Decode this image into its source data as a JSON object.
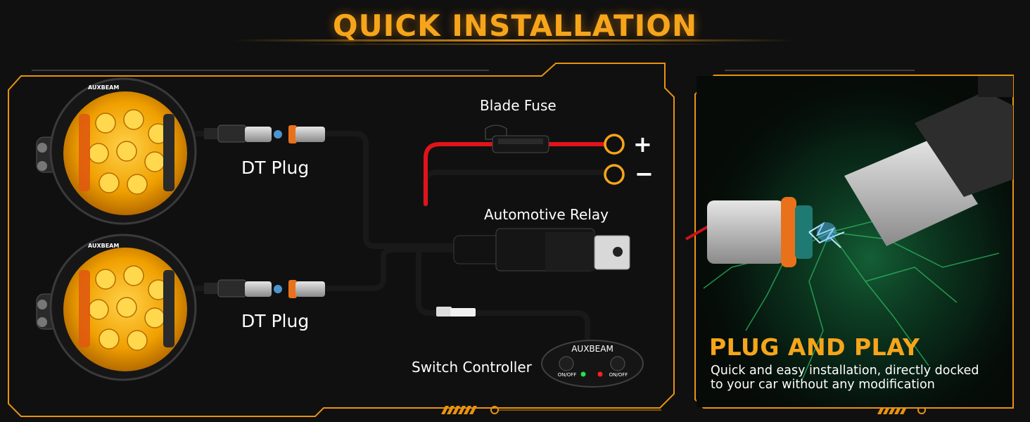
{
  "heading": "QUICK INSTALLATION",
  "brand": "AUXBEAM",
  "labels": {
    "blade_fuse": "Blade Fuse",
    "plus": "+",
    "minus": "−",
    "automotive_relay": "Automotive Relay",
    "dt_plug_top": "DT Plug",
    "dt_plug_bottom": "DT Plug",
    "switch_controller": "Switch Controller",
    "on_off_left": "ON/OFF",
    "on_off_right": "ON/OFF"
  },
  "plug_and_play": {
    "title": "PLUG AND PLAY",
    "description_line1": "Quick and easy installation, directly docked",
    "description_line2": "to your car without any modification"
  },
  "colors": {
    "accent": "#f6a51b",
    "frame": "#e8920f",
    "wire_red": "#e0141a",
    "wire_black": "#1a1a1a",
    "lens_amber": "#f0a000",
    "led_green": "#26e04a",
    "led_red": "#ff2020",
    "spark_blue": "#9fd8ff",
    "glow_green": "#1fa35a"
  }
}
